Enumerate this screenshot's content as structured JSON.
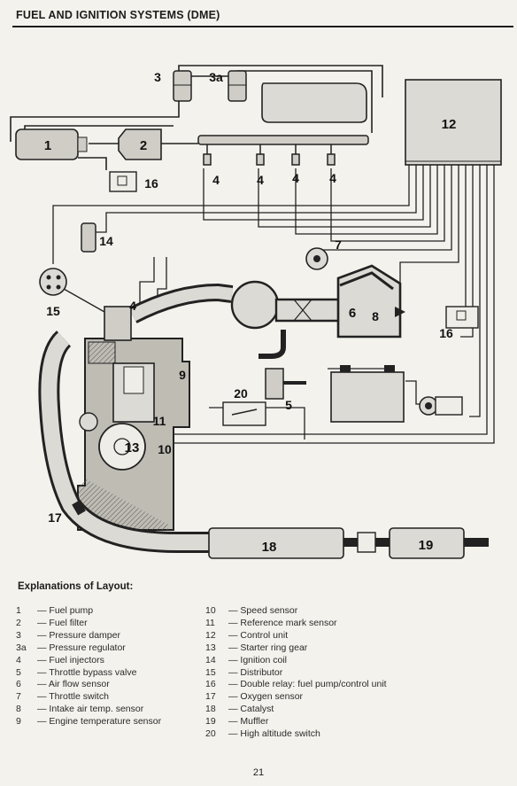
{
  "page": {
    "title": "FUEL AND IGNITION SYSTEMS (DME)",
    "page_number": "21"
  },
  "diagram": {
    "callouts": {
      "c1": "1",
      "c2": "2",
      "c3": "3",
      "c3a": "3a",
      "c4a": "4",
      "c4b": "4",
      "c4c": "4",
      "c4d": "4",
      "c4e": "4",
      "c5": "5",
      "c6": "6",
      "c7": "7",
      "c8": "8",
      "c9": "9",
      "c10": "10",
      "c11": "11",
      "c12": "12",
      "c13": "13",
      "c14": "14",
      "c15": "15",
      "c16a": "16",
      "c16b": "16",
      "c17": "17",
      "c18": "18",
      "c19": "19",
      "c20": "20"
    }
  },
  "legend": {
    "title": "Explanations of Layout:",
    "column_a": [
      {
        "num": "1",
        "sep": "—",
        "label": "Fuel pump"
      },
      {
        "num": "2",
        "sep": "—",
        "label": "Fuel filter"
      },
      {
        "num": "3",
        "sep": "—",
        "label": "Pressure damper"
      },
      {
        "num": "3a",
        "sep": "—",
        "label": "Pressure regulator"
      },
      {
        "num": "4",
        "sep": "—",
        "label": "Fuel injectors"
      },
      {
        "num": "5",
        "sep": "—",
        "label": "Throttle bypass valve"
      },
      {
        "num": "6",
        "sep": "—",
        "label": "Air flow sensor"
      },
      {
        "num": "7",
        "sep": "—",
        "label": "Throttle switch"
      },
      {
        "num": "8",
        "sep": "—",
        "label": "Intake air temp. sensor"
      },
      {
        "num": "9",
        "sep": "—",
        "label": "Engine temperature sensor"
      }
    ],
    "column_b": [
      {
        "num": "10",
        "sep": "—",
        "label": "Speed sensor"
      },
      {
        "num": "11",
        "sep": "—",
        "label": "Reference mark sensor"
      },
      {
        "num": "12",
        "sep": "—",
        "label": "Control unit"
      },
      {
        "num": "13",
        "sep": "—",
        "label": "Starter ring gear"
      },
      {
        "num": "14",
        "sep": "—",
        "label": "Ignition coil"
      },
      {
        "num": "15",
        "sep": "—",
        "label": "Distributor"
      },
      {
        "num": "16",
        "sep": "—",
        "label": "Double relay: fuel pump/control unit"
      },
      {
        "num": "17",
        "sep": "—",
        "label": "Oxygen sensor"
      },
      {
        "num": "18",
        "sep": "—",
        "label": "Catalyst"
      },
      {
        "num": "19",
        "sep": "—",
        "label": "Muffler"
      },
      {
        "num": "20",
        "sep": "—",
        "label": "High altitude switch"
      }
    ]
  }
}
